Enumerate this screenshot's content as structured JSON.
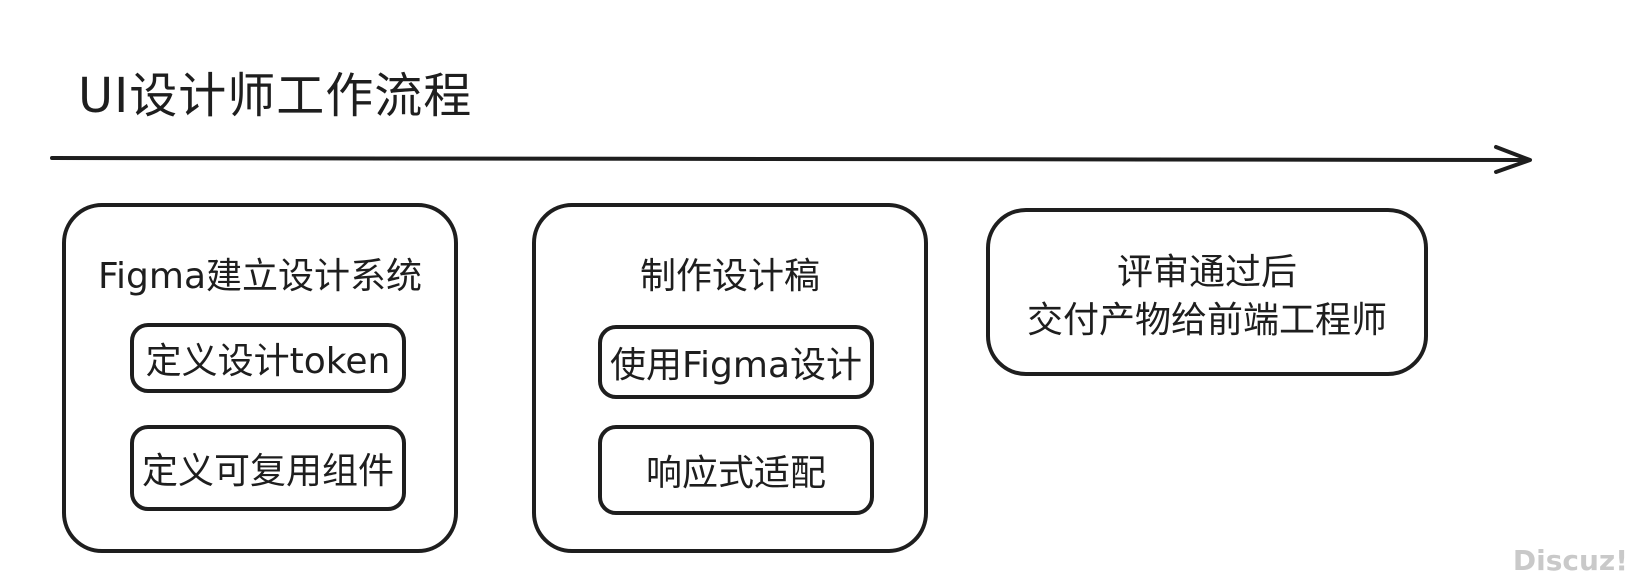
{
  "title": "UI设计师工作流程",
  "boxes": [
    {
      "heading": "Figma建立设计系统",
      "items": [
        "定义设计token",
        "定义可复用组件"
      ]
    },
    {
      "heading": "制作设计稿",
      "items": [
        "使用Figma设计",
        "响应式适配"
      ]
    },
    {
      "lines": [
        "评审通过后",
        "交付产物给前端工程师"
      ]
    }
  ],
  "watermark": "Discuz!"
}
